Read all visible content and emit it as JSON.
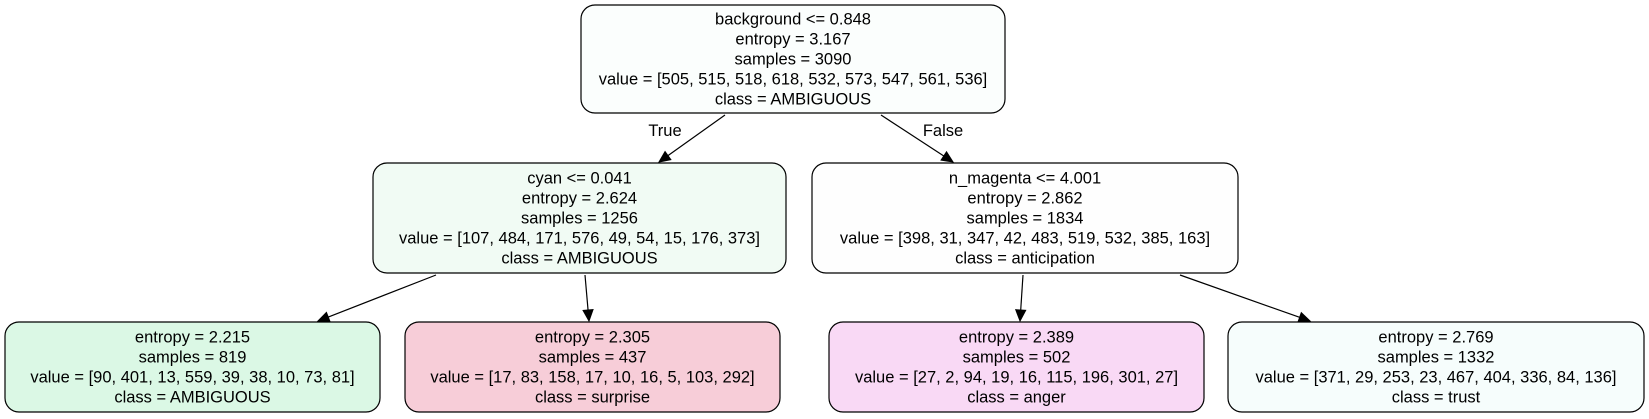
{
  "nodes": [
    {
      "id": "root",
      "lines": [
        "background <= 0.848",
        "entropy = 3.167",
        "samples = 3090",
        "value = [505, 515, 518, 618, 532, 573, 547, 561, 536]",
        "class = AMBIGUOUS"
      ],
      "fill": "#fbfefd"
    },
    {
      "id": "left",
      "lines": [
        "cyan <= 0.041",
        "entropy = 2.624",
        "samples = 1256",
        "value = [107, 484, 171, 576, 49, 54, 15, 176, 373]",
        "class = AMBIGUOUS"
      ],
      "fill": "#f1fbf4"
    },
    {
      "id": "right",
      "lines": [
        "n_magenta <= 4.001",
        "entropy = 2.862",
        "samples = 1834",
        "value = [398, 31, 347, 42, 483, 519, 532, 385, 163]",
        "class = anticipation"
      ],
      "fill": "#fefefe"
    },
    {
      "id": "leaf1",
      "lines": [
        "entropy = 2.215",
        "samples = 819",
        "value = [90, 401, 13, 559, 39, 38, 10, 73, 81]",
        "class = AMBIGUOUS"
      ],
      "fill": "#dbf8e5"
    },
    {
      "id": "leaf2",
      "lines": [
        "entropy = 2.305",
        "samples = 437",
        "value = [17, 83, 158, 17, 10, 16, 5, 103, 292]",
        "class = surprise"
      ],
      "fill": "#f7cdd8"
    },
    {
      "id": "leaf3",
      "lines": [
        "entropy = 2.389",
        "samples = 502",
        "value = [27, 2, 94, 19, 16, 115, 196, 301, 27]",
        "class = anger"
      ],
      "fill": "#f9d9f5"
    },
    {
      "id": "leaf4",
      "lines": [
        "entropy = 2.769",
        "samples = 1332",
        "value = [371, 29, 253, 23, 467, 404, 336, 84, 136]",
        "class = trust"
      ],
      "fill": "#f6fdfc"
    }
  ],
  "edges": [
    {
      "from": "root",
      "to": "left",
      "label": "True"
    },
    {
      "from": "root",
      "to": "right",
      "label": "False"
    },
    {
      "from": "left",
      "to": "leaf1",
      "label": ""
    },
    {
      "from": "left",
      "to": "leaf2",
      "label": ""
    },
    {
      "from": "right",
      "to": "leaf3",
      "label": ""
    },
    {
      "from": "right",
      "to": "leaf4",
      "label": ""
    }
  ]
}
